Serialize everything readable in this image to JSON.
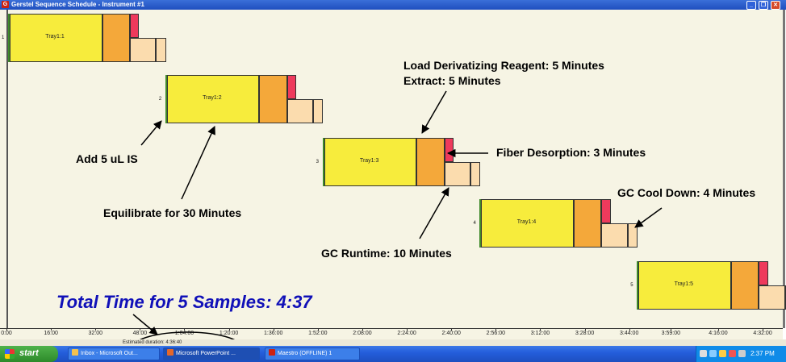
{
  "window": {
    "title": "Gerstel Sequence Schedule - Instrument #1",
    "app_icon": "G",
    "controls": [
      "minimize-icon",
      "restore-icon",
      "close-icon"
    ]
  },
  "colors": {
    "extract": "#f7ec3c",
    "reagent": "#f4a83a",
    "desorption": "#ee3a5c",
    "gc_run": "#fbdcae",
    "start_marker": "#3f8a2a",
    "total_text": "#1010b8"
  },
  "schedule": {
    "axis_ticks": [
      "0:00",
      "16:00",
      "32:00",
      "48:00",
      "1:04:00",
      "1:20:00",
      "1:36:00",
      "1:52:00",
      "2:08:00",
      "2:24:00",
      "2:40:00",
      "2:56:00",
      "3:12:00",
      "3:28:00",
      "3:44:00",
      "3:59:00",
      "4:16:00",
      "4:32:00"
    ],
    "axis_tick_minutes": [
      0,
      16,
      32,
      48,
      64,
      80,
      96,
      112,
      128,
      144,
      160,
      176,
      192,
      208,
      224,
      239,
      256,
      272
    ],
    "rows": [
      {
        "lane": "1",
        "name": "Tray1:1",
        "start_min": 0
      },
      {
        "lane": "2",
        "name": "Tray1:2",
        "start_min": 51
      },
      {
        "lane": "3",
        "name": "Tray1:3",
        "start_min": 102
      },
      {
        "lane": "4",
        "name": "Tray1:4",
        "start_min": 153
      },
      {
        "lane": "5",
        "name": "Tray1:5",
        "start_min": 204
      }
    ],
    "phase_minutes": {
      "extract": 30,
      "reagent": 10,
      "desorption": 3,
      "gc_runtime": 10,
      "cool_down": 4
    }
  },
  "status": {
    "estimated": "Estimated duration: 4:36:40"
  },
  "annotations": {
    "reagent": "Load Derivatizing Reagent: 5 Minutes",
    "extract": "Extract: 5 Minutes",
    "desorption": "Fiber Desorption: 3 Minutes",
    "add_is": "Add 5 uL IS",
    "cooldown": "GC Cool Down: 4 Minutes",
    "equilibrate": "Equilibrate for 30 Minutes",
    "runtime": "GC Runtime: 10 Minutes",
    "total": "Total Time for 5 Samples:  4:37"
  },
  "taskbar": {
    "start": "start",
    "tasks": [
      {
        "label": "Inbox - Microsoft Out...",
        "icon": "envelope-icon"
      },
      {
        "label": "Microsoft PowerPoint ...",
        "icon": "powerpoint-icon"
      },
      {
        "label": "Maestro (OFFLINE) 1",
        "icon": "maestro-icon"
      }
    ],
    "clock": "2:37 PM"
  }
}
